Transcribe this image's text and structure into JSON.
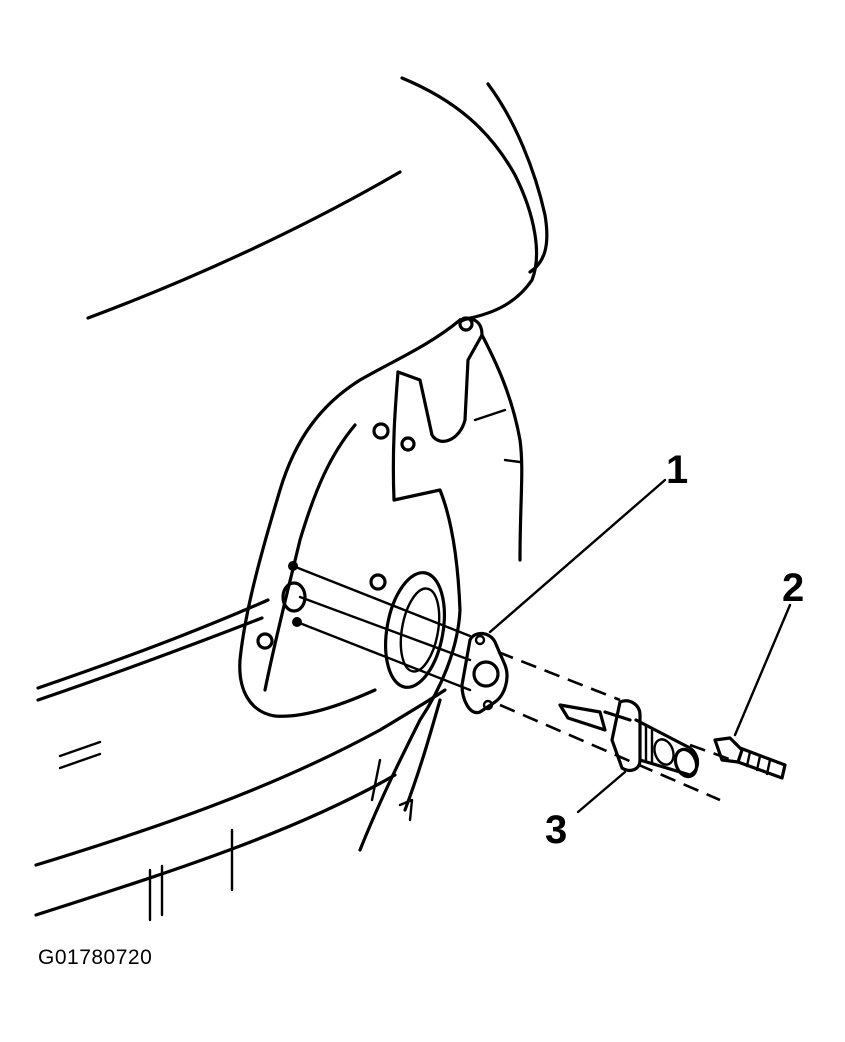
{
  "figure": {
    "id": "G01780720",
    "callouts": [
      {
        "number": "1"
      },
      {
        "number": "2"
      },
      {
        "number": "3"
      }
    ]
  }
}
